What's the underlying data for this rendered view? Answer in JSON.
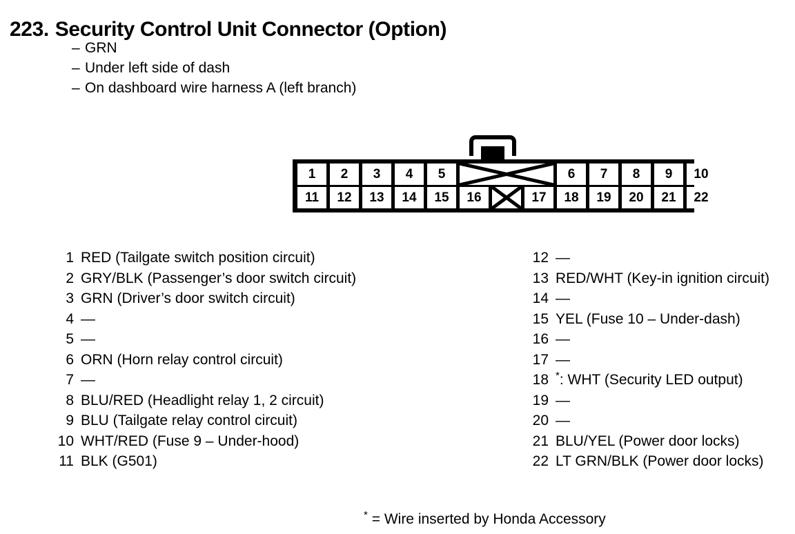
{
  "title": {
    "number": "223.",
    "text": "Security Control Unit Connector (Option)"
  },
  "subtitle_lines": [
    "GRN",
    "Under left side of dash",
    "On dashboard wire harness A (left branch)"
  ],
  "dash_marker": "–",
  "connector": {
    "top_row": [
      {
        "kind": "pin",
        "label": "1"
      },
      {
        "kind": "pin",
        "label": "2"
      },
      {
        "kind": "pin",
        "label": "3"
      },
      {
        "kind": "pin",
        "label": "4"
      },
      {
        "kind": "pin",
        "label": "5"
      },
      {
        "kind": "blank-wide",
        "label": ""
      },
      {
        "kind": "pin",
        "label": "6"
      },
      {
        "kind": "pin",
        "label": "7"
      },
      {
        "kind": "pin",
        "label": "8"
      },
      {
        "kind": "pin",
        "label": "9"
      },
      {
        "kind": "pin",
        "label": "10"
      }
    ],
    "bottom_row": [
      {
        "kind": "pin",
        "label": "11"
      },
      {
        "kind": "pin",
        "label": "12"
      },
      {
        "kind": "pin",
        "label": "13"
      },
      {
        "kind": "pin",
        "label": "14"
      },
      {
        "kind": "pin",
        "label": "15"
      },
      {
        "kind": "pin",
        "label": "16"
      },
      {
        "kind": "blank",
        "label": ""
      },
      {
        "kind": "pin",
        "label": "17"
      },
      {
        "kind": "pin",
        "label": "18"
      },
      {
        "kind": "pin",
        "label": "19"
      },
      {
        "kind": "pin",
        "label": "20"
      },
      {
        "kind": "pin",
        "label": "21"
      },
      {
        "kind": "pin",
        "label": "22"
      }
    ]
  },
  "pins_left": [
    {
      "num": "1",
      "desc": "RED (Tailgate switch position circuit)",
      "starred": false
    },
    {
      "num": "2",
      "desc": "GRY/BLK (Passenger’s door switch circuit)",
      "starred": false
    },
    {
      "num": "3",
      "desc": "GRN (Driver’s door switch circuit)",
      "starred": false
    },
    {
      "num": "4",
      "desc": "—",
      "starred": false
    },
    {
      "num": "5",
      "desc": "—",
      "starred": false
    },
    {
      "num": "6",
      "desc": "ORN (Horn relay control circuit)",
      "starred": false
    },
    {
      "num": "7",
      "desc": "—",
      "starred": false
    },
    {
      "num": "8",
      "desc": "BLU/RED (Headlight relay 1, 2 circuit)",
      "starred": false
    },
    {
      "num": "9",
      "desc": "BLU (Tailgate relay control circuit)",
      "starred": false
    },
    {
      "num": "10",
      "desc": "WHT/RED (Fuse 9 – Under-hood)",
      "starred": false
    },
    {
      "num": "11",
      "desc": "BLK (G501)",
      "starred": false
    }
  ],
  "pins_right": [
    {
      "num": "12",
      "desc": "—",
      "starred": false
    },
    {
      "num": "13",
      "desc": "RED/WHT (Key-in ignition circuit)",
      "starred": false
    },
    {
      "num": "14",
      "desc": "—",
      "starred": false
    },
    {
      "num": "15",
      "desc": "YEL (Fuse 10 – Under-dash)",
      "starred": false
    },
    {
      "num": "16",
      "desc": "—",
      "starred": false
    },
    {
      "num": "17",
      "desc": "—",
      "starred": false
    },
    {
      "num": "18",
      "desc": ": WHT (Security LED output)",
      "starred": true
    },
    {
      "num": "19",
      "desc": "—",
      "starred": false
    },
    {
      "num": "20",
      "desc": "—",
      "starred": false
    },
    {
      "num": "21",
      "desc": "BLU/YEL (Power door locks)",
      "starred": false
    },
    {
      "num": "22",
      "desc": "LT GRN/BLK (Power door locks)",
      "starred": false
    }
  ],
  "footnote": {
    "marker": "*",
    "text": "= Wire inserted by Honda Accessory"
  },
  "colors": {
    "ink": "#000000",
    "paper": "#ffffff"
  }
}
